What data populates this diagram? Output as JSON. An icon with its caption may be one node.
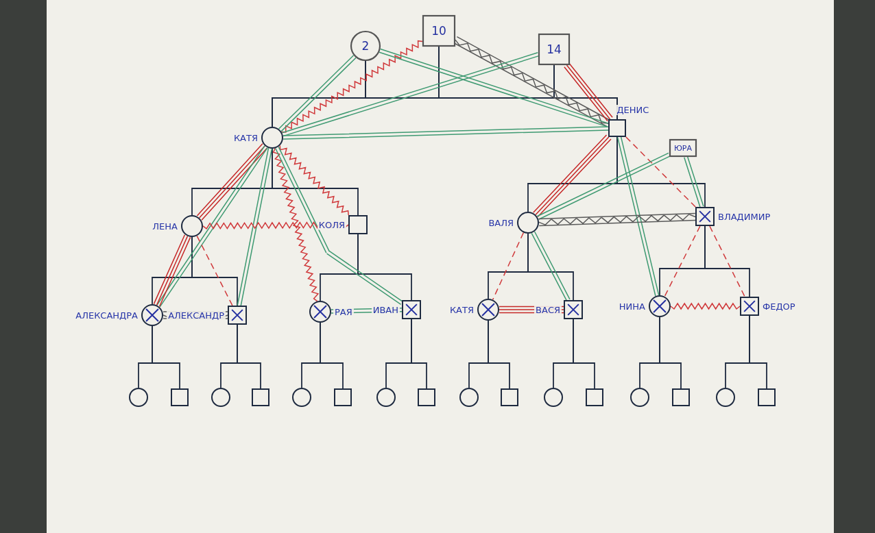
{
  "diagram": {
    "nodes": [
      {
        "text": [
          "2"
        ]
      },
      {
        "text": [
          "10"
        ]
      },
      {
        "text": [
          "14"
        ]
      },
      {
        "text": [
          "КАТЯ"
        ]
      },
      {
        "text": [
          "ДЕНИС"
        ]
      },
      {
        "text": [
          "ЮРА"
        ]
      },
      {
        "text": [
          "ЛЕНА"
        ]
      },
      {
        "text": [
          "КОЛЯ"
        ]
      },
      {
        "text": [
          "ВАЛЯ"
        ]
      },
      {
        "text": [
          "ВЛАДИМИР"
        ]
      },
      {
        "text": [
          "АЛЕКСАНДРА"
        ]
      },
      {
        "text": [
          "АЛЕКСАНДР"
        ]
      },
      {
        "text": [
          "РАЯ"
        ]
      },
      {
        "text": [
          "ИВАН"
        ]
      },
      {
        "text": [
          "КАТЯ"
        ]
      },
      {
        "text": [
          "ВАСЯ"
        ]
      },
      {
        "text": [
          "НИНА"
        ]
      },
      {
        "text": [
          "ФЕДОР"
        ]
      },
      {
        "text": [],
        "shape": "circle"
      },
      {
        "text": [],
        "shape": "box"
      },
      {
        "text": [],
        "shape": "circle"
      },
      {
        "text": [],
        "shape": "box"
      },
      {
        "text": [],
        "shape": "circle"
      },
      {
        "text": [],
        "shape": "box"
      },
      {
        "text": [],
        "shape": "circle"
      },
      {
        "text": [],
        "shape": "box"
      },
      {
        "text": [],
        "shape": "circle"
      },
      {
        "text": [],
        "shape": "box"
      },
      {
        "text": [],
        "shape": "circle"
      },
      {
        "text": [],
        "shape": "box"
      },
      {
        "text": [],
        "shape": "circle"
      },
      {
        "text": [],
        "shape": "box"
      },
      {
        "text": [],
        "shape": "circle"
      },
      {
        "text": [],
        "shape": "box"
      }
    ],
    "edges": [
      {
        "from": 0,
        "to": 3,
        "arrow": "none"
      },
      {
        "from": 0,
        "to": 4,
        "arrow": "none"
      },
      {
        "from": 1,
        "to": 3,
        "arrow": "none"
      },
      {
        "from": 1,
        "to": 4,
        "arrow": "none"
      },
      {
        "from": 2,
        "to": 3,
        "arrow": "none"
      },
      {
        "from": 2,
        "to": 4,
        "arrow": "none"
      },
      {
        "from": 3,
        "to": 6,
        "arrow": "none"
      },
      {
        "from": 3,
        "to": 7,
        "arrow": "none"
      },
      {
        "from": 4,
        "to": 8,
        "arrow": "none"
      },
      {
        "from": 4,
        "to": 9,
        "arrow": "none"
      },
      {
        "from": 6,
        "to": 10,
        "arrow": "none"
      },
      {
        "from": 6,
        "to": 11,
        "arrow": "none"
      },
      {
        "from": 7,
        "to": 12,
        "arrow": "none"
      },
      {
        "from": 7,
        "to": 13,
        "arrow": "none"
      },
      {
        "from": 8,
        "to": 14,
        "arrow": "none"
      },
      {
        "from": 8,
        "to": 15,
        "arrow": "none"
      },
      {
        "from": 9,
        "to": 16,
        "arrow": "none"
      },
      {
        "from": 9,
        "to": 17,
        "arrow": "none"
      },
      {
        "from": 10,
        "to": 18,
        "arrow": "none"
      },
      {
        "from": 10,
        "to": 19,
        "arrow": "none"
      },
      {
        "from": 11,
        "to": 20,
        "arrow": "none"
      },
      {
        "from": 11,
        "to": 21,
        "arrow": "none"
      },
      {
        "from": 12,
        "to": 22,
        "arrow": "none"
      },
      {
        "from": 12,
        "to": 23,
        "arrow": "none"
      },
      {
        "from": 13,
        "to": 24,
        "arrow": "none"
      },
      {
        "from": 13,
        "to": 25,
        "arrow": "none"
      },
      {
        "from": 14,
        "to": 26,
        "arrow": "none"
      },
      {
        "from": 14,
        "to": 27,
        "arrow": "none"
      },
      {
        "from": 15,
        "to": 28,
        "arrow": "none"
      },
      {
        "from": 15,
        "to": 29,
        "arrow": "none"
      },
      {
        "from": 16,
        "to": 30,
        "arrow": "none"
      },
      {
        "from": 16,
        "to": 31,
        "arrow": "none"
      },
      {
        "from": 17,
        "to": 32,
        "arrow": "none"
      },
      {
        "from": 17,
        "to": 33,
        "arrow": "none"
      },
      {
        "from": 1,
        "to": 3,
        "arrow": "none",
        "color": "#d0393b"
      },
      {
        "from": 1,
        "to": 4,
        "arrow": "none",
        "color": "#5a5a5a"
      },
      {
        "from": 2,
        "to": 4,
        "arrow": "none",
        "color": "#c62828"
      },
      {
        "from": 0,
        "to": 4,
        "arrow": "none",
        "color": "#3f9a72"
      },
      {
        "from": 2,
        "to": 3,
        "arrow": "none",
        "color": "#3f9a72"
      },
      {
        "from": 3,
        "to": 0,
        "arrow": "none",
        "color": "#3f9a72"
      },
      {
        "from": 3,
        "to": 4,
        "arrow": "none",
        "color": "#3f9a72"
      },
      {
        "from": 3,
        "to": 6,
        "arrow": "none",
        "color": "#c62828"
      },
      {
        "from": 3,
        "to": 10,
        "arrow": "none",
        "color": "#3f9a72"
      },
      {
        "from": 3,
        "to": 11,
        "arrow": "none",
        "color": "#3f9a72"
      },
      {
        "from": 3,
        "to": 7,
        "arrow": "none",
        "color": "#d0393b"
      },
      {
        "from": 3,
        "to": 12,
        "arrow": "none",
        "color": "#d0393b"
      },
      {
        "from": 3,
        "to": 13,
        "arrow": "none",
        "color": "#3f9a72"
      },
      {
        "from": 6,
        "to": 7,
        "arrow": "none",
        "color": "#d0393b"
      },
      {
        "from": 6,
        "to": 10,
        "arrow": "none",
        "color": "#c62828"
      },
      {
        "from": 6,
        "to": 11,
        "arrow": "none",
        "style": "dashed",
        "color": "#d0393b"
      },
      {
        "from": 10,
        "to": 11,
        "arrow": "none",
        "color": "#5a5a5a"
      },
      {
        "from": 12,
        "to": 13,
        "arrow": "none",
        "color": "#3f9a72"
      },
      {
        "from": 4,
        "to": 8,
        "arrow": "none",
        "color": "#c62828"
      },
      {
        "from": 4,
        "to": 9,
        "arrow": "none",
        "style": "dashed",
        "color": "#d0393b"
      },
      {
        "from": 4,
        "to": 16,
        "arrow": "none",
        "color": "#3f9a72"
      },
      {
        "from": 5,
        "to": 8,
        "arrow": "none",
        "color": "#3f9a72"
      },
      {
        "from": 5,
        "to": 9,
        "arrow": "none",
        "color": "#3f9a72"
      },
      {
        "from": 8,
        "to": 9,
        "arrow": "none",
        "color": "#5a5a5a"
      },
      {
        "from": 8,
        "to": 15,
        "arrow": "none",
        "color": "#3f9a72"
      },
      {
        "from": 8,
        "to": 14,
        "arrow": "none",
        "style": "dashed",
        "color": "#d0393b"
      },
      {
        "from": 9,
        "to": 16,
        "arrow": "none",
        "style": "dashed",
        "color": "#d0393b"
      },
      {
        "from": 9,
        "to": 17,
        "arrow": "none",
        "style": "dashed",
        "color": "#d0393b"
      },
      {
        "from": 14,
        "to": 15,
        "arrow": "none",
        "color": "#c62828"
      },
      {
        "from": 16,
        "to": 17,
        "arrow": "none",
        "color": "#d0393b"
      }
    ]
  }
}
